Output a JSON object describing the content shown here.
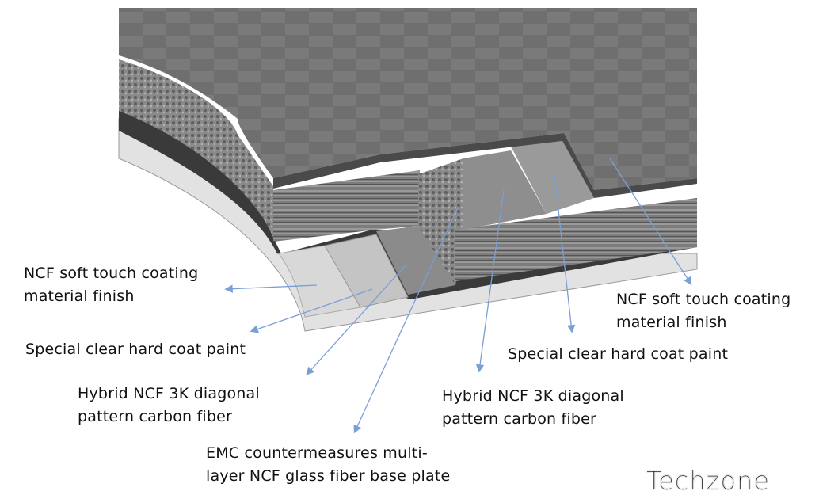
{
  "labels": {
    "left_coating": [
      "NCF soft touch coating",
      "material finish"
    ],
    "left_clearcoat": "Special clear hard coat paint",
    "left_hybrid": [
      "Hybrid NCF 3K diagonal",
      "pattern carbon fiber"
    ],
    "emc": [
      "EMC countermeasures multi-",
      "layer NCF glass fiber base plate"
    ],
    "right_coating": [
      "NCF soft touch coating",
      "material finish"
    ],
    "right_clearcoat": "Special clear hard coat paint",
    "right_hybrid": [
      "Hybrid NCF 3K diagonal",
      "pattern carbon fiber"
    ]
  },
  "logo": "Techzone",
  "colors": {
    "arrow": "#7a9fd4",
    "surface": "#6e6e6e",
    "dark_layer": "#3a3a3a",
    "base": "#e2e2e2"
  }
}
